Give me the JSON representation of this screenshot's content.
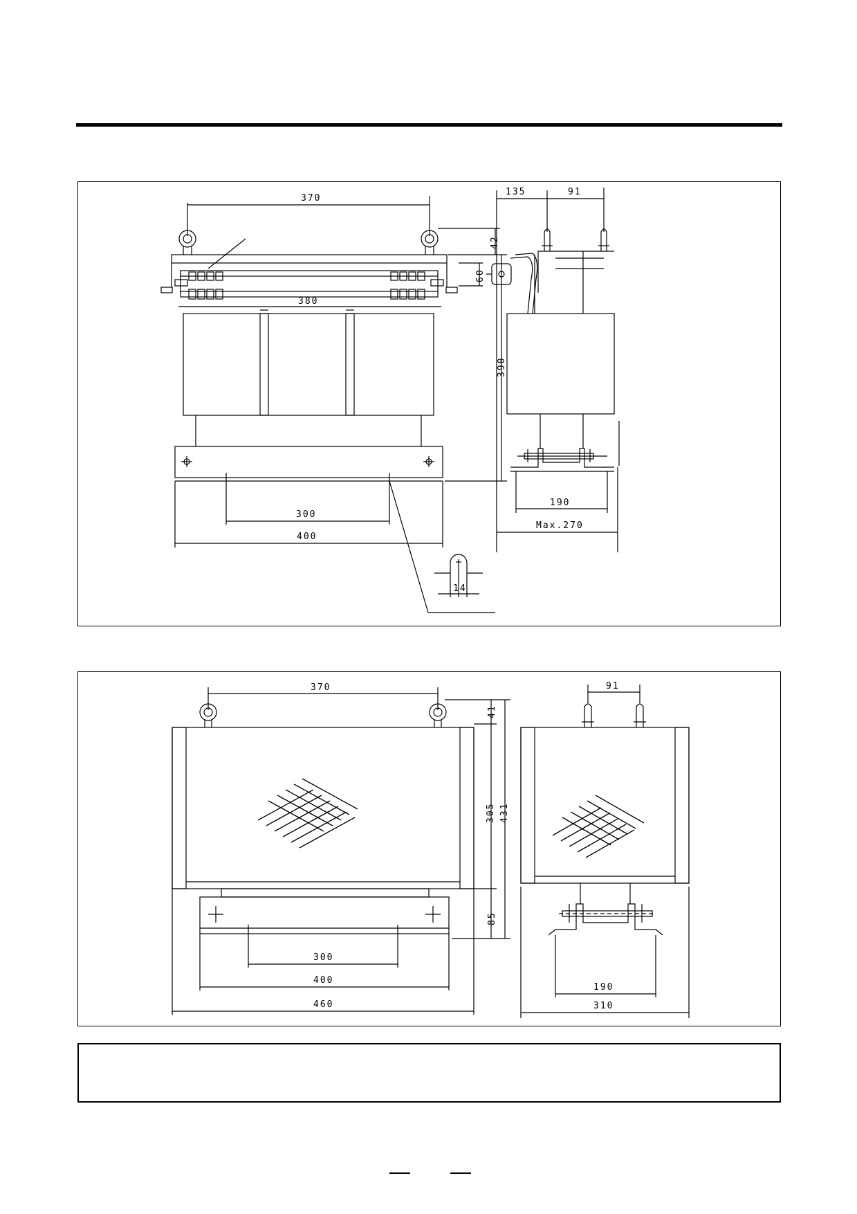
{
  "figure1": {
    "front_view": {
      "eyebolt_span": "370",
      "bus_length": "380",
      "mount_hole_span": "300",
      "base_length": "400",
      "eyebolt_height": "42",
      "terminal_height": "60",
      "overall_height": "390",
      "slot_width": "14"
    },
    "side_view": {
      "terminal_offset": "135",
      "terminal_pitch": "91",
      "mount_hole_span": "190",
      "max_width": "Max.270"
    }
  },
  "figure2": {
    "front_view": {
      "eyebolt_span": "370",
      "eyebolt_height": "41",
      "body_height": "305",
      "overall_height": "431",
      "base_height": "85",
      "mount_hole_span": "300",
      "base_length": "400",
      "overall_width": "460"
    },
    "side_view": {
      "terminal_pitch": "91",
      "mount_hole_span": "190",
      "overall_width": "310"
    }
  },
  "footer": {
    "page_marks": [
      "",
      ""
    ]
  }
}
